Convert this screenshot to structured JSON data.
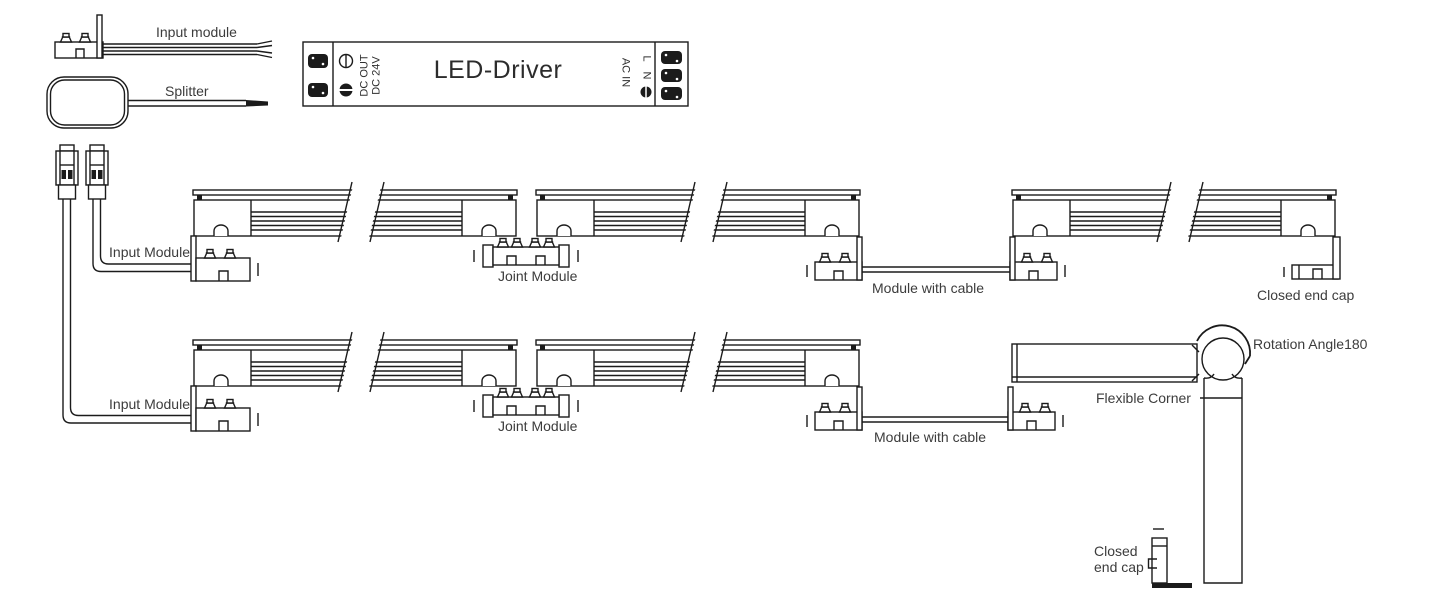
{
  "diagram": {
    "colors": {
      "background": "#ffffff",
      "line": "#1b1b1b",
      "label": "#3c3c3c"
    },
    "accessories": {
      "input_module": "Input module",
      "splitter": "Splitter"
    },
    "driver": {
      "title": "LED-Driver",
      "dc_out": "DC OUT",
      "dc_voltage": "DC 24V",
      "ac_in": "AC IN",
      "line_terminal": "L",
      "neutral_terminal": "N"
    },
    "run1": {
      "input_module": "Input Module",
      "joint_module": "Joint Module",
      "module_with_cable": "Module with cable",
      "closed_end_cap": "Closed end cap"
    },
    "run2": {
      "input_module": "Input Module",
      "joint_module": "Joint Module",
      "module_with_cable": "Module with cable",
      "flexible_corner": "Flexible Corner",
      "rotation_angle": "Rotation Angle180",
      "closed_end_cap_line1": "Closed",
      "closed_end_cap_line2": "end cap"
    }
  }
}
